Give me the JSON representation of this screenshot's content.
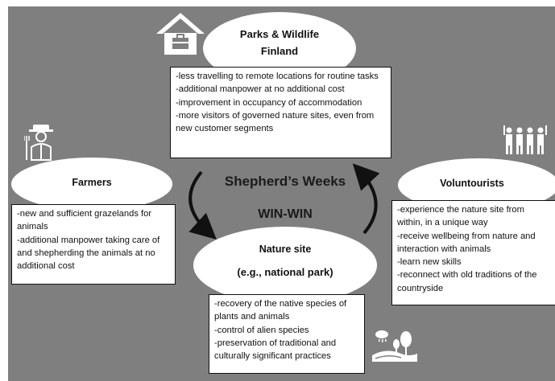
{
  "center": {
    "title": "Shepherd’s Weeks",
    "subtitle": "WIN-WIN"
  },
  "parks": {
    "label_line1": "Parks & Wildlife",
    "label_line2": "Finland",
    "icon": "house-briefcase-icon",
    "benefits": [
      "-less travelling to remote locations for routine tasks",
      "-additional manpower at no additional cost",
      "-improvement in occupancy of accommodation",
      "-more visitors of governed nature sites, even from new customer segments"
    ]
  },
  "farmers": {
    "label": "Farmers",
    "icon": "farmer-icon",
    "benefits": [
      "-new and sufficient grazelands for animals",
      "-additional manpower taking care of and shepherding the animals at no additional cost"
    ]
  },
  "voluntourists": {
    "label": "Voluntourists",
    "icon": "group-people-icon",
    "benefits": [
      "-experience the nature site from within, in a unique way",
      "-receive wellbeing from nature and interaction with animals",
      "-learn new skills",
      "-reconnect with old traditions of the countryside"
    ]
  },
  "nature": {
    "label_line1": "Nature site",
    "label_line2": "(e.g., national park)",
    "icon": "nature-landscape-icon",
    "benefits": [
      "-recovery of the native species of plants and animals",
      "-control of alien species",
      "-preservation of traditional and culturally significant practices"
    ]
  },
  "colors": {
    "background": "#7f7f7f",
    "shape_fill": "#ffffff",
    "text": "#111111"
  }
}
